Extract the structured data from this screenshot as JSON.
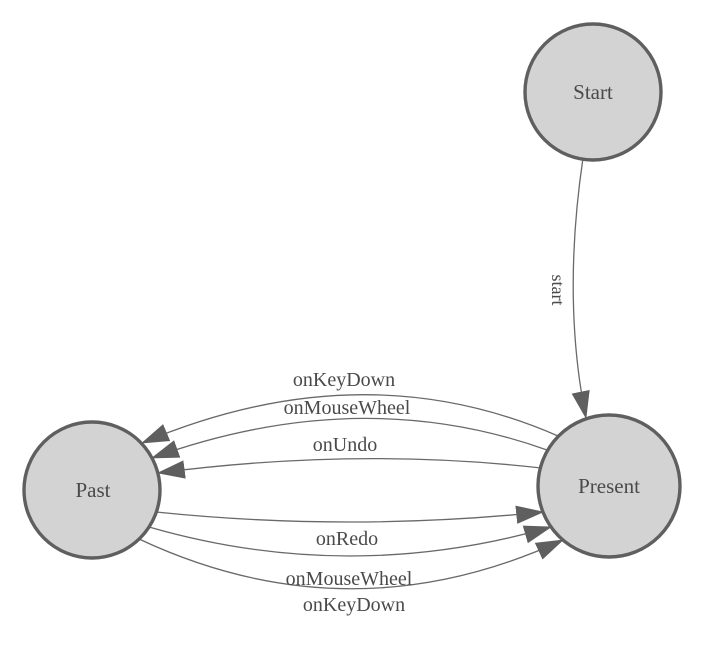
{
  "diagram": {
    "type": "state-machine",
    "background_color": "#ffffff",
    "node_fill_color": "#d3d3d3",
    "node_border_color": "#5f5f5f",
    "edge_line_color": "#696969",
    "arrowhead_color": "#5f5f5f",
    "text_color": "#4a4a4a",
    "nodes": [
      {
        "id": "start",
        "label": "Start"
      },
      {
        "id": "present",
        "label": "Present"
      },
      {
        "id": "past",
        "label": "Past"
      }
    ],
    "edges": [
      {
        "id": "start-to-present",
        "from": "Start",
        "to": "Present",
        "label": "start"
      },
      {
        "id": "present-to-past-onkeydown",
        "from": "Present",
        "to": "Past",
        "label": "onKeyDown"
      },
      {
        "id": "present-to-past-onmousewheel",
        "from": "Present",
        "to": "Past",
        "label": "onMouseWheel"
      },
      {
        "id": "present-to-past-onundo",
        "from": "Present",
        "to": "Past",
        "label": "onUndo"
      },
      {
        "id": "past-to-present-onredo",
        "from": "Past",
        "to": "Present",
        "label": "onRedo"
      },
      {
        "id": "past-to-present-onmousewheel",
        "from": "Past",
        "to": "Present",
        "label": "onMouseWheel"
      },
      {
        "id": "past-to-present-onkeydown",
        "from": "Past",
        "to": "Present",
        "label": "onKeyDown"
      }
    ]
  }
}
